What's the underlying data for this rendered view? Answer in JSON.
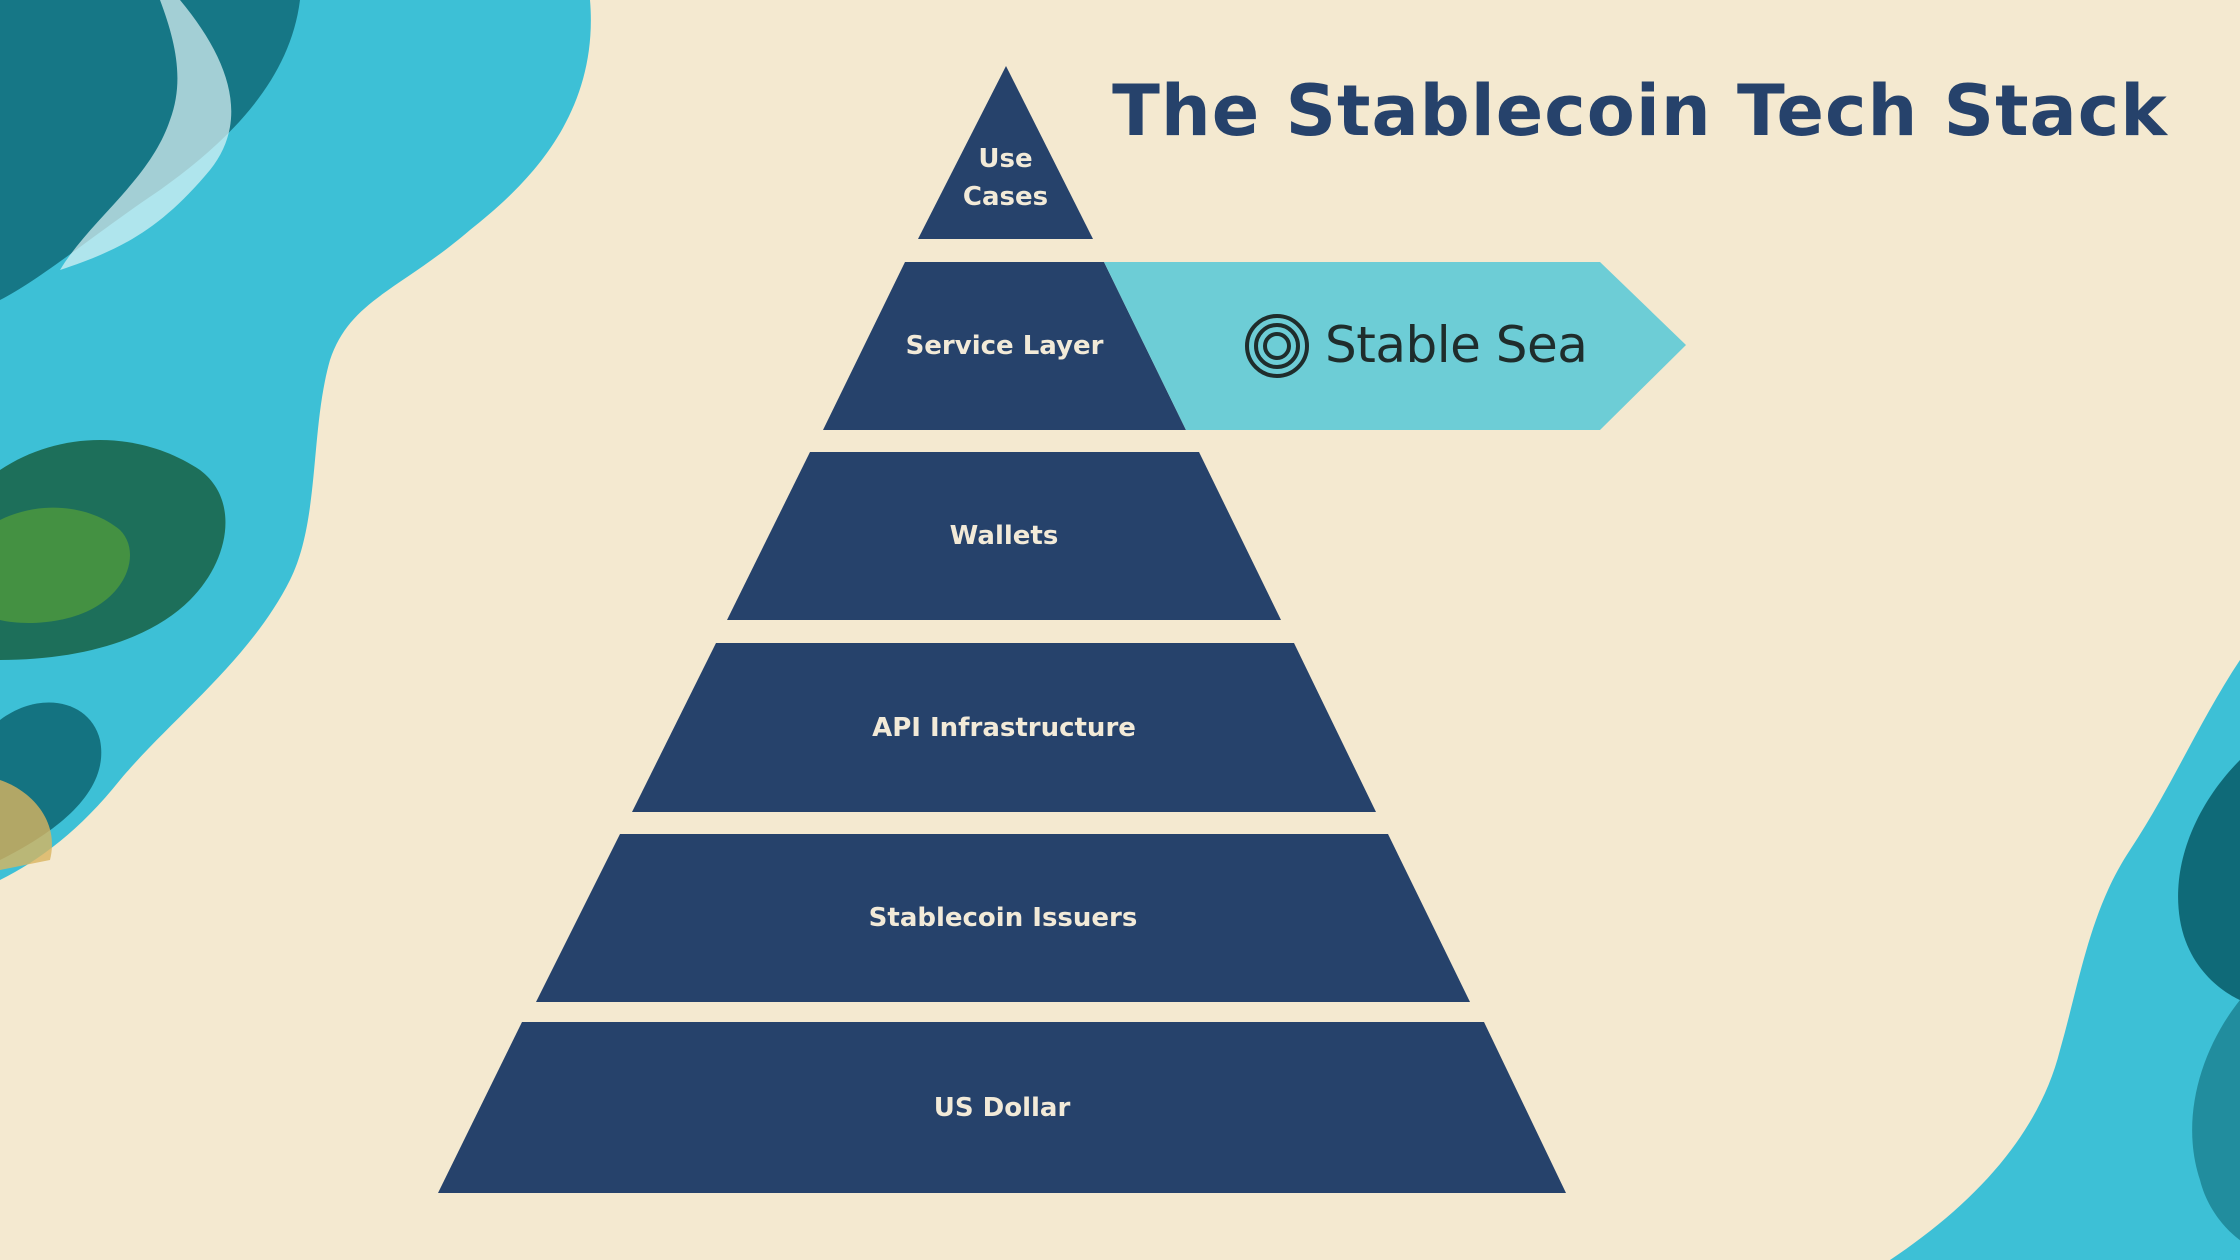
{
  "title": "The Stablecoin Tech Stack",
  "tiers": [
    {
      "label_lines": [
        "Use",
        "Cases"
      ]
    },
    {
      "label_lines": [
        "Service Layer"
      ]
    },
    {
      "label_lines": [
        "Wallets"
      ]
    },
    {
      "label_lines": [
        "API Infrastructure"
      ]
    },
    {
      "label_lines": [
        "Stablecoin Issuers"
      ]
    },
    {
      "label_lines": [
        "US Dollar"
      ]
    }
  ],
  "callout": {
    "tier": "Service Layer",
    "brand_name": "Stable Sea",
    "logo_icon": "concentric-circles-icon"
  },
  "colors": {
    "background": "#f4e9d0",
    "tier_fill": "#26426b",
    "tier_text": "#f2ead8",
    "callout_fill": "#6dcdd6",
    "title": "#26426b",
    "brand_text": "#1f2d2c",
    "art_cyan": "#3dc0d6",
    "art_teal": "#0f6a78"
  }
}
